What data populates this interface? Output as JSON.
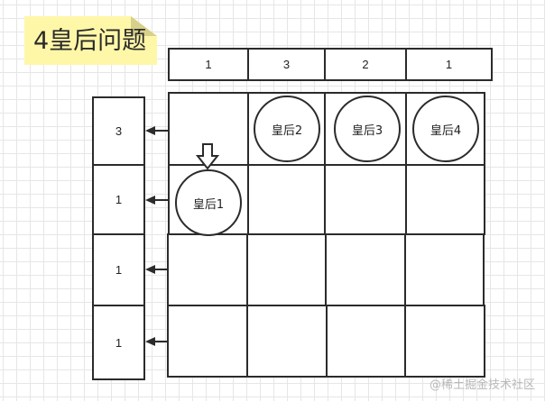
{
  "title": "4皇后问题",
  "column_counts": [
    "1",
    "3",
    "2",
    "1"
  ],
  "row_counts": [
    "3",
    "1",
    "1",
    "1"
  ],
  "queens": [
    {
      "label": "皇后1",
      "row": 1,
      "col": 0
    },
    {
      "label": "皇后2",
      "row": 0,
      "col": 1
    },
    {
      "label": "皇后3",
      "row": 0,
      "col": 2
    },
    {
      "label": "皇后4",
      "row": 0,
      "col": 3
    }
  ],
  "board": {
    "rows": 4,
    "cols": 4
  },
  "pointer_arrow": {
    "direction": "down",
    "target_queen": "皇后1"
  },
  "watermark": "@稀土掘金技术社区",
  "colors": {
    "note_bg": "#fff7a8",
    "line": "#2b2b2b",
    "grid": "#e6e6e6"
  }
}
